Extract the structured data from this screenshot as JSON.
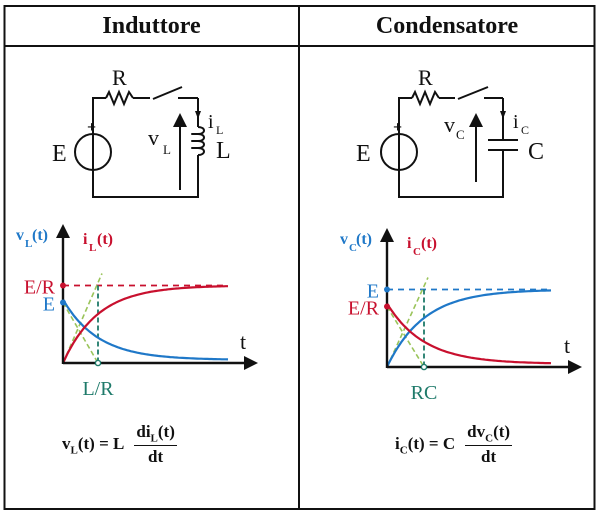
{
  "table": {
    "columns": [
      {
        "header": "Induttore",
        "circuit": {
          "source_label": "E",
          "source_polarity": "+",
          "resistor_label": "R",
          "component_label": "L",
          "voltage_label": "v",
          "voltage_sub": "L",
          "current_label": "i",
          "current_sub": "L",
          "component_type": "inductor"
        },
        "formula": {
          "lhs_var": "v",
          "lhs_sub": "L",
          "lhs_arg": "(t) = L",
          "num_var": "di",
          "num_sub": "L",
          "num_arg": "(t)",
          "den": "dt"
        }
      },
      {
        "header": "Condensatore",
        "circuit": {
          "source_label": "E",
          "source_polarity": "+",
          "resistor_label": "R",
          "component_label": "C",
          "voltage_label": "v",
          "voltage_sub": "C",
          "current_label": "i",
          "current_sub": "C",
          "component_type": "capacitor"
        },
        "formula": {
          "lhs_var": "i",
          "lhs_sub": "C",
          "lhs_arg": "(t) = C",
          "num_var": "dv",
          "num_sub": "C",
          "num_arg": "(t)",
          "den": "dt"
        }
      }
    ]
  },
  "colors": {
    "voltage_blue": "#1f78c8",
    "current_red": "#c8102e",
    "tangent_green": "#9ac45a",
    "tau_teal": "#1e7a6a",
    "line_black": "#111111"
  },
  "chart_data": [
    {
      "type": "line",
      "title": "Induttore",
      "xlabel": "t",
      "series": [
        {
          "name": "v_L(t)",
          "label_main": "v",
          "label_sub": "L",
          "label_arg": "(t)",
          "color": "#1f78c8",
          "shape": "exp_decay",
          "start": 0.78,
          "end": 0.0
        },
        {
          "name": "i_L(t)",
          "label_main": "i",
          "label_sub": "L",
          "label_arg": "(t)",
          "color": "#c8102e",
          "shape": "exp_rise",
          "start": 0.0,
          "end": 1.0
        }
      ],
      "y_markers": [
        {
          "label": "E/R",
          "value": 1.0,
          "color": "#c8102e",
          "dashed_asymptote": true
        },
        {
          "label": "E",
          "value": 0.78,
          "color": "#1f78c8",
          "dashed_asymptote": false
        }
      ],
      "tau": {
        "label": "L/R",
        "value": 1.0,
        "color": "#1e7a6a"
      },
      "x_range": [
        0,
        5.5
      ],
      "y_range": [
        0,
        1.2
      ]
    },
    {
      "type": "line",
      "title": "Condensatore",
      "xlabel": "t",
      "series": [
        {
          "name": "v_C(t)",
          "label_main": "v",
          "label_sub": "C",
          "label_arg": "(t)",
          "color": "#1f78c8",
          "shape": "exp_rise",
          "start": 0.0,
          "end": 1.0
        },
        {
          "name": "i_C(t)",
          "label_main": "i",
          "label_sub": "C",
          "label_arg": "(t)",
          "color": "#c8102e",
          "shape": "exp_decay",
          "start": 0.78,
          "end": 0.0
        }
      ],
      "y_markers": [
        {
          "label": "E",
          "value": 1.0,
          "color": "#1f78c8",
          "dashed_asymptote": true
        },
        {
          "label": "E/R",
          "value": 0.78,
          "color": "#c8102e",
          "dashed_asymptote": false
        }
      ],
      "tau": {
        "label": "RC",
        "value": 1.0,
        "color": "#1e7a6a"
      },
      "x_range": [
        0,
        5.5
      ],
      "y_range": [
        0,
        1.2
      ]
    }
  ]
}
